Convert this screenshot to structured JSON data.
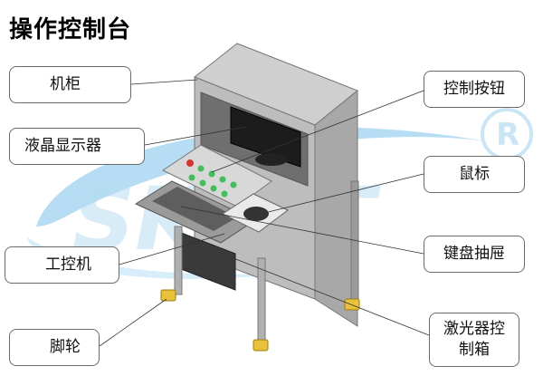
{
  "title": "操作控制台",
  "watermark": {
    "text": "SKYAT",
    "registered_mark": "®"
  },
  "labels": {
    "cabinet": "机柜",
    "lcd": "液晶显示器",
    "ipc": "工控机",
    "casters": "脚轮",
    "buttons": "控制按钮",
    "mouse": "鼠标",
    "keyboard_drawer": "键盘抽屉",
    "laser_box_line1": "激光器控",
    "laser_box_line2": "制箱"
  },
  "colors": {
    "frame_gray": "#b9b9b9",
    "frame_dark": "#8c8c8c",
    "caster_yellow": "#e8c23a",
    "button_green": "#3fbf5a",
    "button_red": "#d8342a",
    "watermark_blue": "#4ea8d8"
  }
}
